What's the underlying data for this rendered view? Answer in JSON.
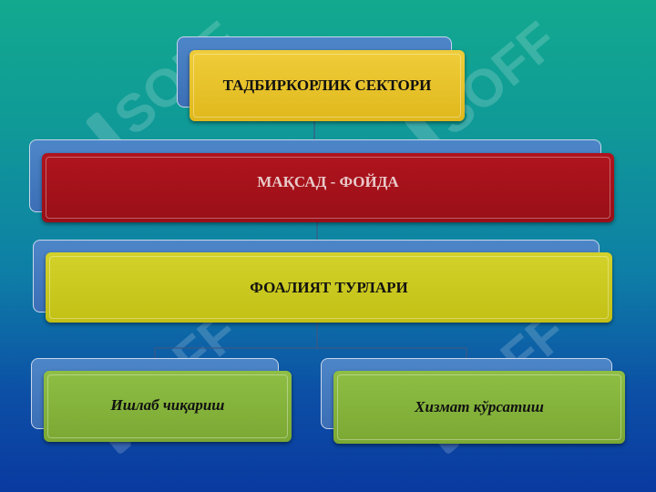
{
  "diagram": {
    "root": {
      "label": "ТАДБИРКОРЛИК СЕКТОРИ"
    },
    "goal": {
      "label": "МАҚСАД - ФОЙДА"
    },
    "activities": {
      "label": "ФОАЛИЯТ ТУРЛАРИ"
    },
    "children": [
      {
        "label": "Ишлаб чиқариш"
      },
      {
        "label": "Хизмат кўрсатиш"
      }
    ]
  },
  "watermark": {
    "text": "SOFF"
  },
  "colors": {
    "back_card": "#3c6fb6",
    "root_fill": "#e4be22",
    "goal_fill": "#a3121a",
    "activities_fill": "#c9c71a",
    "child_fill": "#84b33b"
  }
}
